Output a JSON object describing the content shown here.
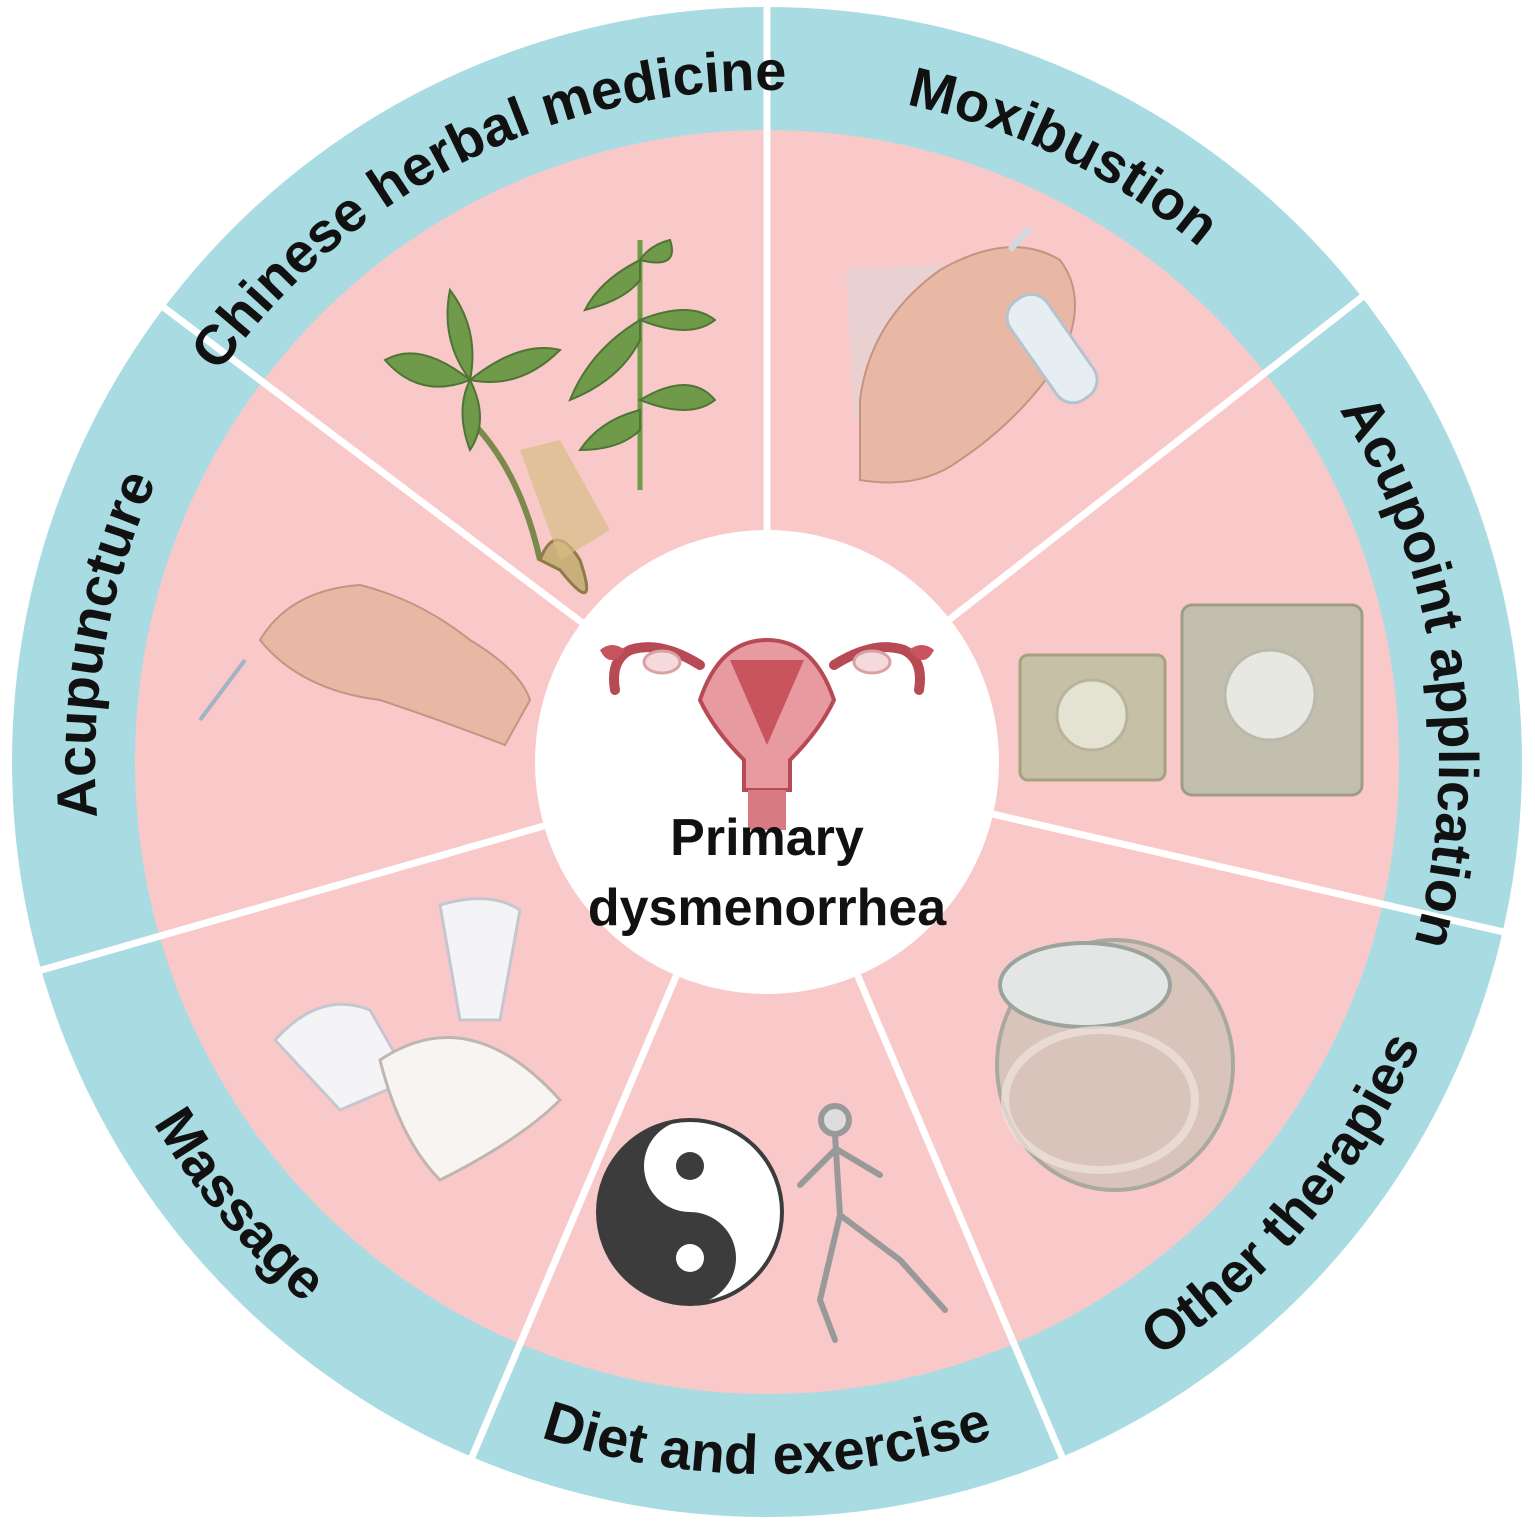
{
  "center": {
    "line1": "Primary",
    "line2": "dysmenorrhea",
    "icon": "uterus-icon",
    "fill": "#ffffff"
  },
  "colors": {
    "ring": "#a9dbe3",
    "sector": "#f9c9c9",
    "divider": "#ffffff",
    "herb_leaf": "#6e9a4a",
    "herb_root": "#c9b07a",
    "skin": "#e9b8a4",
    "uterus": "#c9545e",
    "yin_yang": "#3c3c3c"
  },
  "segments": [
    {
      "label": "Chinese herbal medicine",
      "icon": "herb-plant-icon"
    },
    {
      "label": "Moxibustion",
      "icon": "moxa-hand-icon"
    },
    {
      "label": "Acupoint application",
      "icon": "acupoint-patch-icon"
    },
    {
      "label": "Other therapies",
      "icon": "cupping-jar-icon"
    },
    {
      "label": "Diet and exercise",
      "icon": "yin-yang-exercise-icon"
    },
    {
      "label": "Massage",
      "icon": "massage-hands-icon"
    },
    {
      "label": "Acupuncture",
      "icon": "acupuncture-hand-icon"
    }
  ]
}
